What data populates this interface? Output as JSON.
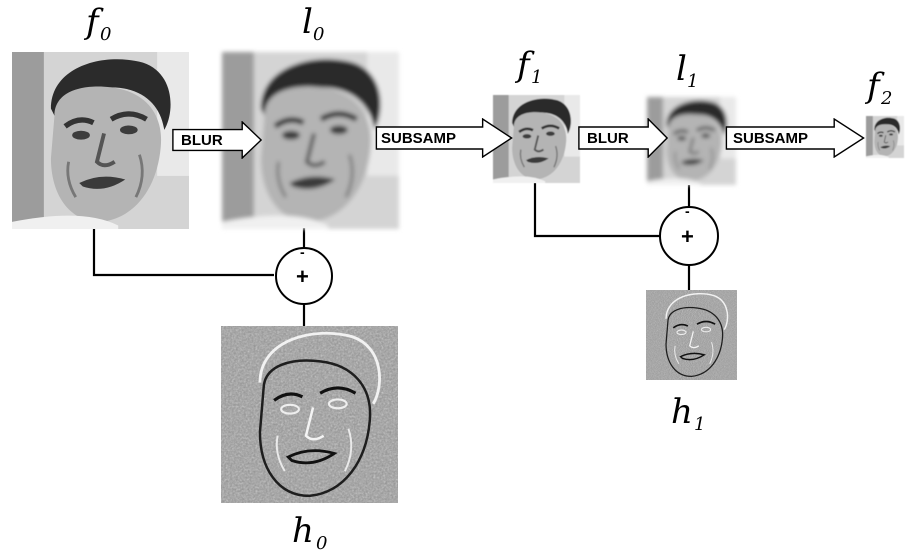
{
  "labels": {
    "f0": {
      "main": "f",
      "sub": "0"
    },
    "l0": {
      "main": "l",
      "sub": "0"
    },
    "f1": {
      "main": "f",
      "sub": "1"
    },
    "l1": {
      "main": "l",
      "sub": "1"
    },
    "f2": {
      "main": "f",
      "sub": "2"
    },
    "h0": {
      "main": "h",
      "sub": "0"
    },
    "h1": {
      "main": "h",
      "sub": "1"
    }
  },
  "arrows": {
    "blur0": "BLUR",
    "subsamp0": "SUBSAMP",
    "blur1": "BLUR",
    "subsamp1": "SUBSAMP"
  },
  "operators": {
    "sum0": {
      "plus": "+",
      "minus": "-"
    },
    "sum1": {
      "plus": "+",
      "minus": "-"
    }
  },
  "colors": {
    "photo_dark": "#2a2a2a",
    "photo_skin": "#b8b8b8",
    "photo_background": "#d8d8d8",
    "blur_gray": "#9a9a9a",
    "residual_gray": "#8c8c8c",
    "line": "#000000"
  }
}
